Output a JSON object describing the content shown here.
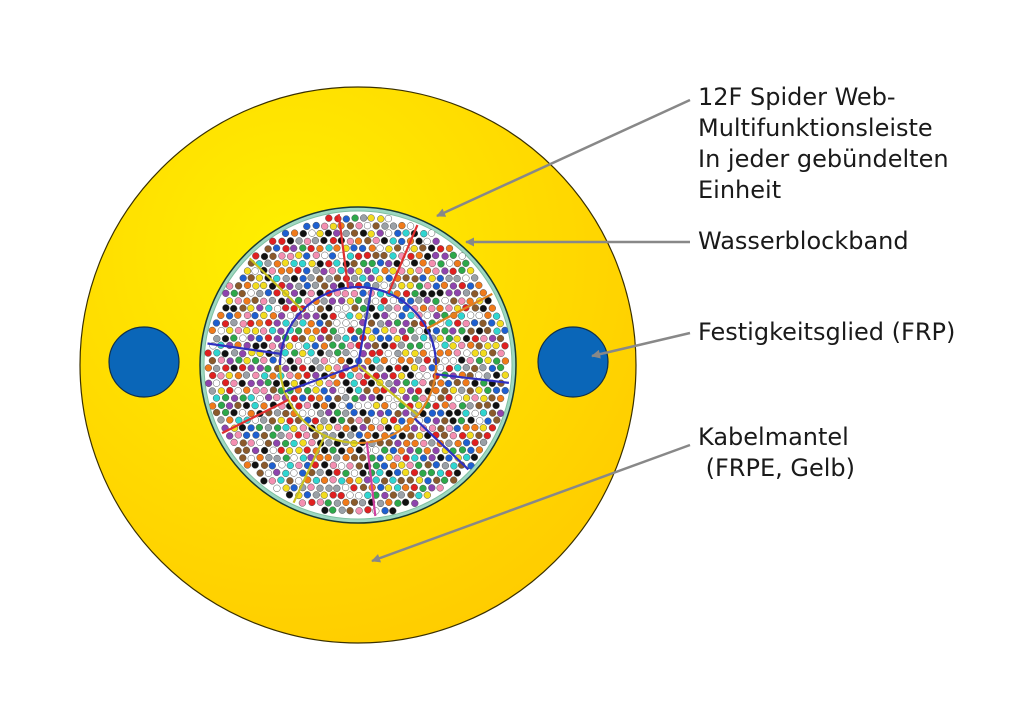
{
  "colors": {
    "jacket": "#FFD800",
    "jacket_edge": "#3a3000",
    "strength_member": "#0A66B8",
    "water_block_tape": "#9ED8C0",
    "core_background": "#ffffff",
    "leader_line": "#888888",
    "subunit_borders": [
      "#E03030",
      "#E03030",
      "#E08020",
      "#3030C0",
      "#3030C0",
      "#D040A0",
      "#C8C020",
      "#E03030",
      "#3030C0",
      "#C8C020"
    ],
    "fiber_colors": [
      "#1E5FD0",
      "#F07A1A",
      "#2DA84A",
      "#8B5A2B",
      "#9AA0A6",
      "#FFFFFF",
      "#E02020",
      "#111111",
      "#F2DC1E",
      "#8E44AD",
      "#F48FB1",
      "#30D5D0"
    ]
  },
  "labels": {
    "unit": [
      "12F Spider Web-",
      "Multifunktionsleiste",
      "In jeder gebündelten",
      "Einheit"
    ],
    "tape": "Wasserblockband",
    "strength": "Festigkeitsglied (FRP)",
    "jacket": [
      "Kabelmantel",
      " (FRPE, Gelb)"
    ]
  }
}
